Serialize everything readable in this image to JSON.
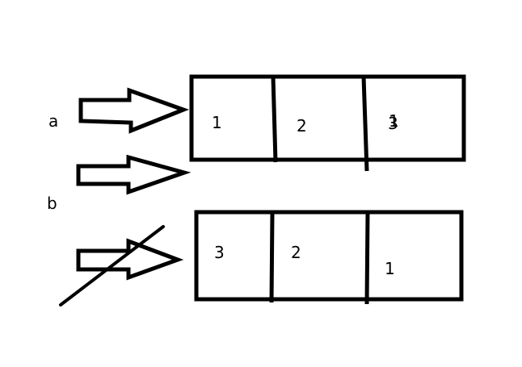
{
  "labels": {
    "row_a": "a",
    "row_b": "b"
  },
  "row_a_cells": [
    "1",
    "2",
    "3"
  ],
  "row_a_overwrite_digit": "1",
  "row_b_cells": [
    "3",
    "2",
    "1"
  ],
  "colors": {
    "ink": "#000000",
    "background": "#ffffff"
  }
}
